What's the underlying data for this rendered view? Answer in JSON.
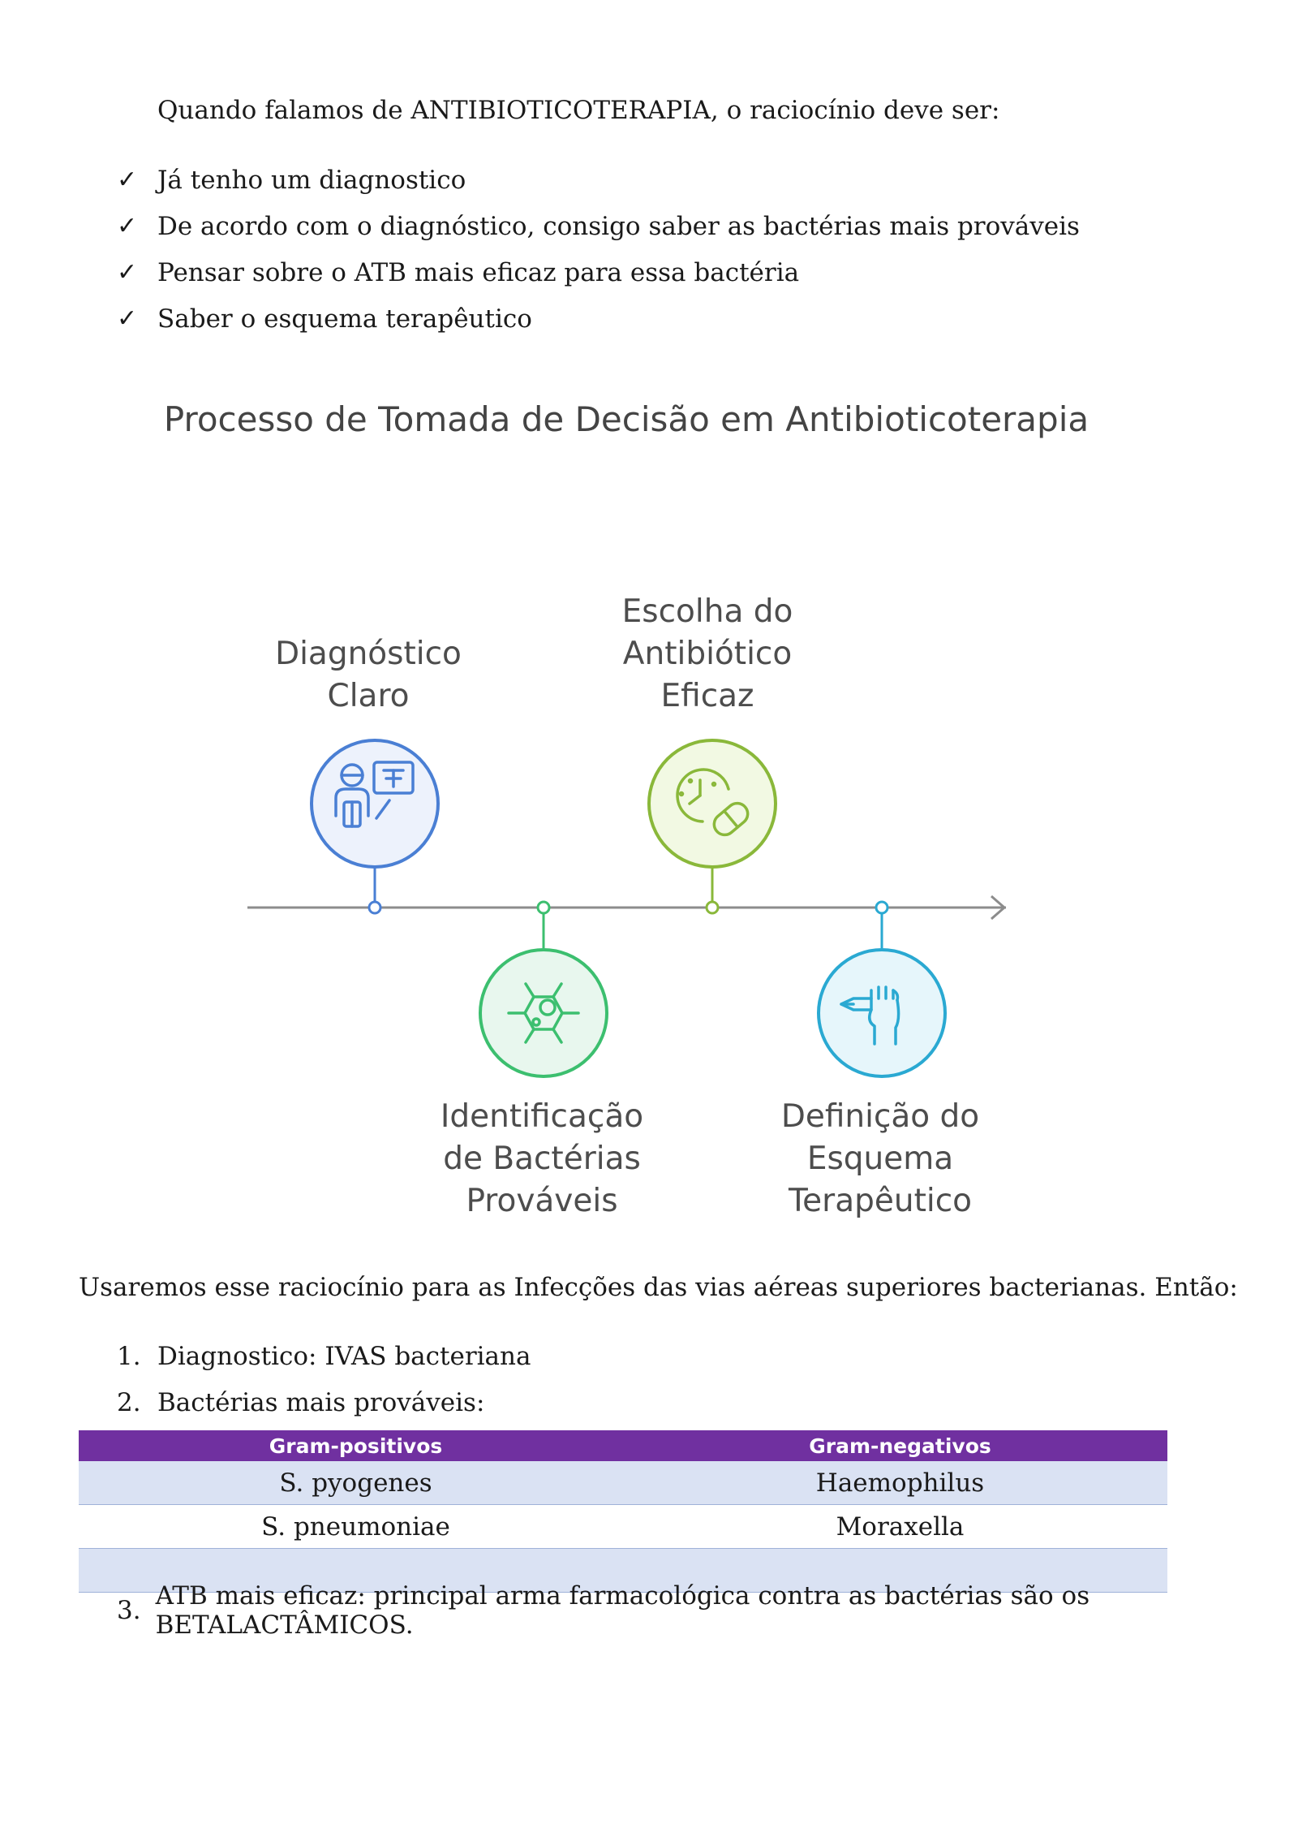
{
  "intro": "Quando falamos de ANTIBIOTICOTERAPIA, o raciocínio deve ser:",
  "checklist": [
    "Já tenho um diagnostico",
    "De acordo com o diagnóstico, consigo saber as bactérias mais prováveis",
    "Pensar sobre o ATB mais eficaz para essa bactéria",
    "Saber o esquema terapêutico"
  ],
  "diagram": {
    "title": "Processo de Tomada de Decisão em Antibioticoterapia",
    "steps": [
      {
        "label": "Diagnóstico\nClaro",
        "icon": "doctor-xray-icon",
        "color": "#4a7fd4"
      },
      {
        "label": "Identificação\nde Bactérias\nProváveis",
        "icon": "bacteria-cell-icon",
        "color": "#3cbf6f"
      },
      {
        "label": "Escolha do\nAntibiótico\nEficaz",
        "icon": "clock-pill-icon",
        "color": "#8ab83a"
      },
      {
        "label": "Definição do\nEsquema\nTerapêutico",
        "icon": "hand-pen-icon",
        "color": "#2aa9d2"
      }
    ]
  },
  "paragraph": "Usaremos esse raciocínio para as Infecções das vias aéreas superiores bacterianas. Então:",
  "list1": [
    {
      "num": "1.",
      "text": "Diagnostico: IVAS bacteriana"
    },
    {
      "num": "2.",
      "text": "Bactérias mais prováveis:"
    }
  ],
  "table": {
    "headers": [
      "Gram-positivos",
      "Gram-negativos"
    ],
    "rows": [
      [
        "S. pyogenes",
        "Haemophilus"
      ],
      [
        "S. pneumoniae",
        "Moraxella"
      ],
      [
        "",
        ""
      ]
    ]
  },
  "list2": [
    {
      "num": "3.",
      "text": "ATB mais eficaz: principal arma farmacológica contra as bactérias são os BETALACTÂMICOS."
    }
  ]
}
